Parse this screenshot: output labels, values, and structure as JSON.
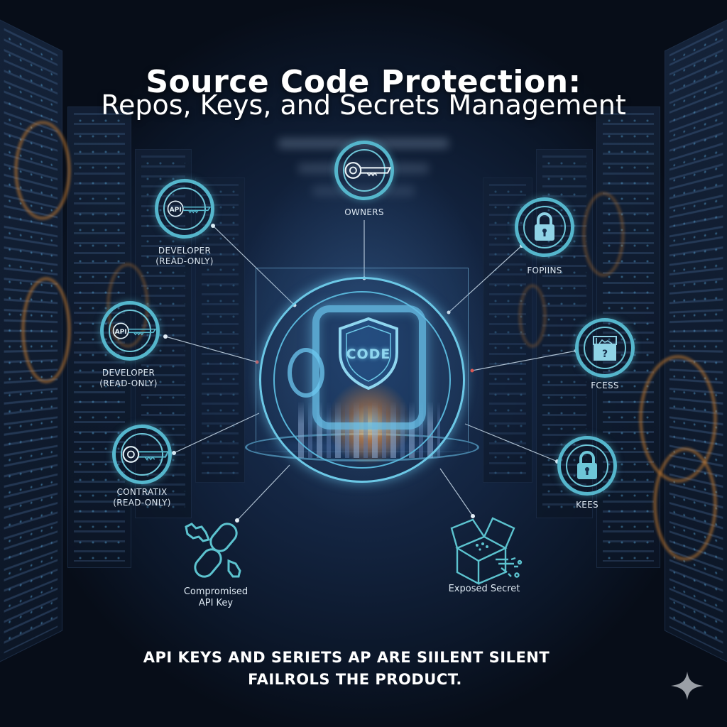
{
  "title": {
    "main": "Source Code Protection:",
    "subtitle": "Repos, Keys, and Secrets Management"
  },
  "center": {
    "shield_label": "CODE",
    "icon": "vault-shield-icon"
  },
  "nodes": [
    {
      "id": "developer-top",
      "icon": "api-key-icon",
      "icon_text": "API",
      "label_line1": "DEVELOPER",
      "label_line2": "(READ-ONLY)"
    },
    {
      "id": "owners",
      "icon": "key-icon",
      "label_line1": "OWNERS",
      "label_line2": ""
    },
    {
      "id": "fopiins",
      "icon": "padlock-icon",
      "label_line1": "FOPIINS",
      "label_line2": ""
    },
    {
      "id": "developer-mid",
      "icon": "api-key-icon",
      "icon_text": "API",
      "label_line1": "DEVELOPER",
      "label_line2": "(READ-ONLY)"
    },
    {
      "id": "fcess",
      "icon": "question-box-icon",
      "icon_text": "?",
      "label_line1": "FCESS",
      "label_line2": ""
    },
    {
      "id": "contratix",
      "icon": "key-icon",
      "label_line1": "CONTRATIX",
      "label_line2": "(READ-ONLY)"
    },
    {
      "id": "kees",
      "icon": "padlock-icon",
      "label_line1": "KEES",
      "label_line2": ""
    }
  ],
  "threats": [
    {
      "id": "compromised",
      "icon": "broken-chain-icon",
      "label_line1": "Compromised",
      "label_line2": "API Key"
    },
    {
      "id": "exposed",
      "icon": "open-box-icon",
      "label_line1": "Exposed Secret",
      "label_line2": ""
    }
  ],
  "caption": {
    "line1": "API KEYS AND SERIETS AP ARE SIILENT SILENT",
    "line2": "FAILROLS THE PRODUCT."
  },
  "watermark": {
    "icon": "sparkle-icon"
  },
  "colors": {
    "accent": "#55b6cc",
    "ring_inner": "#6ec6d8",
    "background": "#132440",
    "glow": "#ffdc96",
    "text": "#ffffff"
  }
}
